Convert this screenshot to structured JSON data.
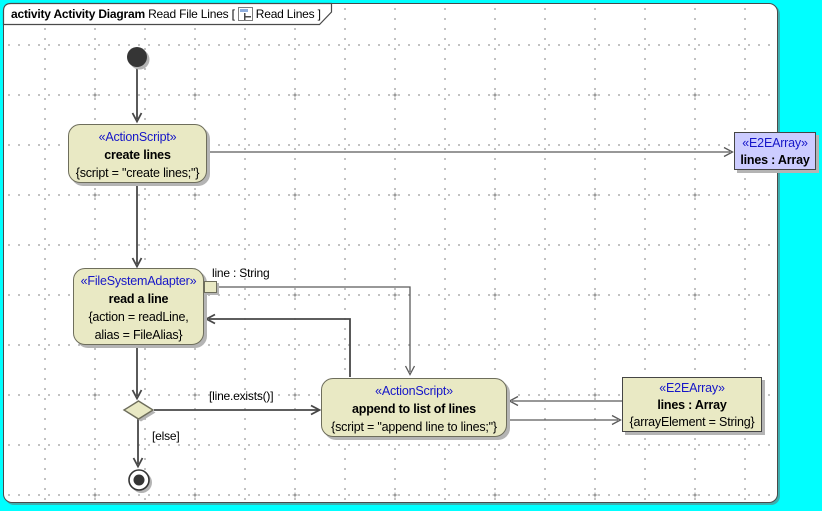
{
  "frame": {
    "kind_label": "activity Activity Diagram",
    "diagram_name": "Read File Lines [",
    "diagram_ref": "Read Lines ]"
  },
  "nodes": {
    "create_lines": {
      "stereotype": "«ActionScript»",
      "name": "create lines",
      "tag1": "{script = \"create lines;\"}"
    },
    "read_a_line": {
      "stereotype": "«FileSystemAdapter»",
      "name": "read a line",
      "tag1": "{action = readLine,",
      "tag2": "alias = FileAlias}"
    },
    "append_to_list": {
      "stereotype": "«ActionScript»",
      "name": "append to list of lines",
      "tag1": "{script = \"append line to lines;\"}"
    },
    "lines_array_object": {
      "stereotype": "«E2EArray»",
      "name": "lines : Array"
    },
    "lines_array_datastore": {
      "stereotype": "«E2EArray»",
      "name": "lines : Array",
      "tag1": "{arrayElement = String}"
    }
  },
  "pin": {
    "label": "line : String"
  },
  "edge_labels": {
    "guard_exists": "[line.exists()]",
    "guard_else": "[else]"
  },
  "colors": {
    "background": "#00ffff",
    "node_fill": "#e9e9c4",
    "object_fill": "#ccccff",
    "stereotype_text": "#1616c8",
    "edge": "#4d4d4d"
  }
}
